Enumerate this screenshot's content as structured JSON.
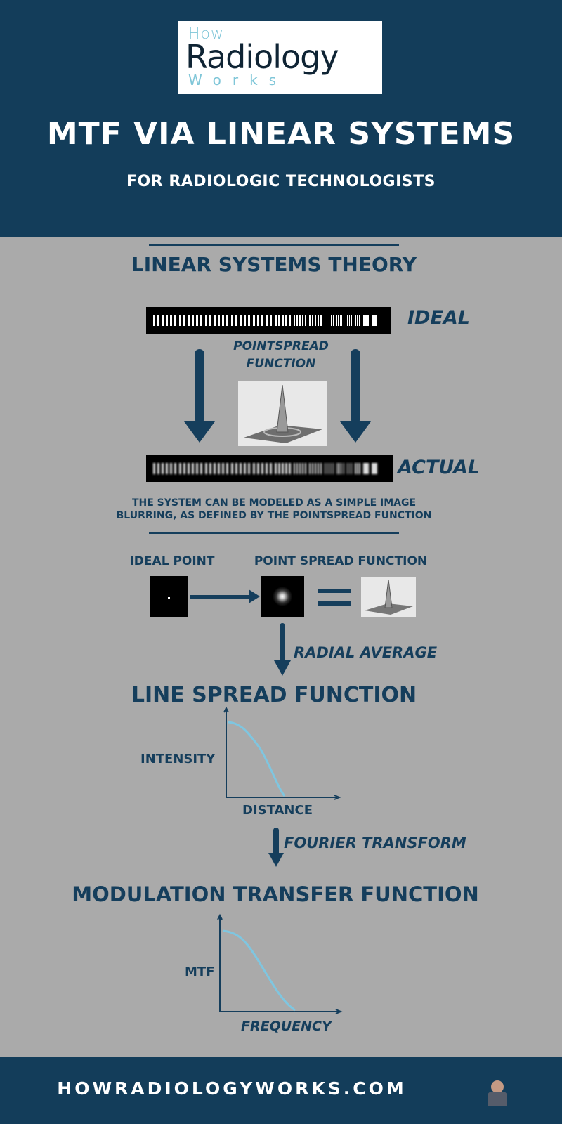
{
  "header": {
    "logo": {
      "how": "How",
      "radiology": "Radiology",
      "works": "Works"
    },
    "title": "MTF VIA LINEAR SYSTEMS",
    "subtitle": "FOR RADIOLOGIC TECHNOLOGISTS"
  },
  "section1": {
    "title": "LINEAR SYSTEMS THEORY",
    "ideal_label": "IDEAL",
    "psf_label_1": "POINTSPREAD",
    "psf_label_2": "FUNCTION",
    "actual_label": "ACTUAL",
    "caption_1": "THE SYSTEM CAN BE MODELED AS A SIMPLE IMAGE",
    "caption_2": "BLURRING, AS DEFINED BY THE POINTSPREAD FUNCTION"
  },
  "section2": {
    "ideal_point": "IDEAL POINT",
    "point_spread_function": "POINT SPREAD FUNCTION",
    "radial_average": "RADIAL AVERAGE",
    "lsf_title": "LINE SPREAD FUNCTION",
    "lsf_ylabel": "INTENSITY",
    "lsf_xlabel": "DISTANCE",
    "fourier": "FOURIER TRANSFORM",
    "mtf_title": "MODULATION TRANSFER FUNCTION",
    "mtf_ylabel": "MTF",
    "mtf_xlabel": "FREQUENCY"
  },
  "footer": {
    "url": "HOWRADIOLOGYWORKS.COM"
  },
  "colors": {
    "navy": "#133d5a",
    "gray": "#aaaaaa",
    "curve": "#7fc6e0"
  }
}
